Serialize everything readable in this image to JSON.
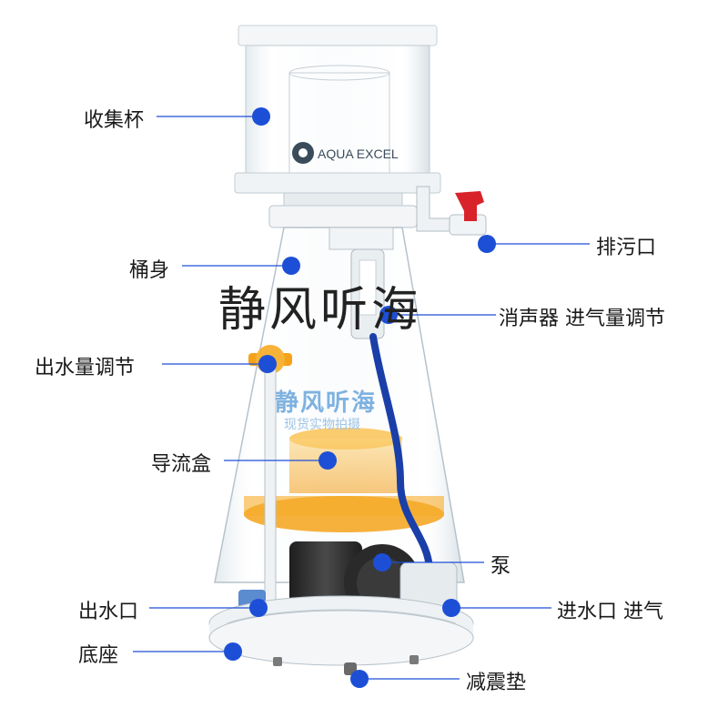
{
  "labels": {
    "collection_cup": "收集杯",
    "body": "桶身",
    "drain": "排污口",
    "silencer": "消声器 进气量调节",
    "outflow_adjust": "出水量调节",
    "flow_box": "导流盒",
    "pump": "泵",
    "outlet": "出水口",
    "inlet": "进水口 进气",
    "base": "底座",
    "damper": "减震垫"
  },
  "brand": {
    "logo_text": "AQUA EXCEL"
  },
  "watermark": {
    "main": "静风听海",
    "secondary": "静风听海",
    "secondary_sub": "现货实物拍摄"
  },
  "colors": {
    "dot": "#1d4fd6",
    "line": "#1d4fd6",
    "orange": "#f5a21a",
    "pump": "#2b2b2b",
    "hose": "#1b3fa8",
    "drain_valve": "#d9232a",
    "watermark_blue": "#7fb2e0"
  }
}
